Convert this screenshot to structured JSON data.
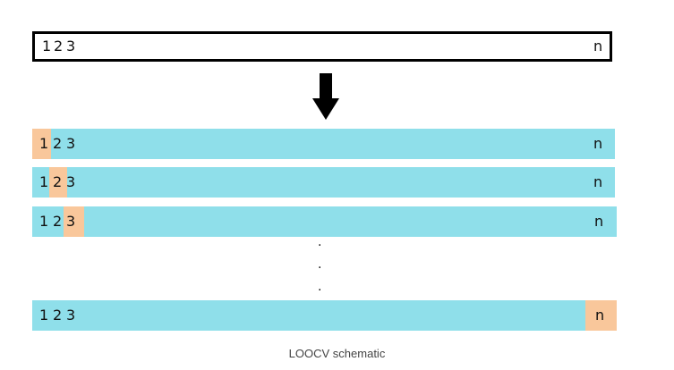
{
  "original": {
    "label_1": "1",
    "label_2": "2",
    "label_3": "3",
    "label_n": "n"
  },
  "folds": [
    {
      "highlight": "1",
      "label_1": "1",
      "label_2": "2",
      "label_3": "3",
      "label_n": "n"
    },
    {
      "highlight": "2",
      "label_1": "1",
      "label_2": "2",
      "label_3": "3",
      "label_n": "n"
    },
    {
      "highlight": "3",
      "label_1": "1",
      "label_2": "2",
      "label_3": "3",
      "label_n": "n"
    },
    {
      "highlight": "n",
      "label_1": "1",
      "label_2": "2",
      "label_3": "3",
      "label_n": "n"
    }
  ],
  "ellipsis": ".",
  "caption": "LOOCV schematic",
  "colors": {
    "fold_bar": "#8fdfea",
    "held_out": "#f9c79b",
    "outline": "#000000"
  }
}
